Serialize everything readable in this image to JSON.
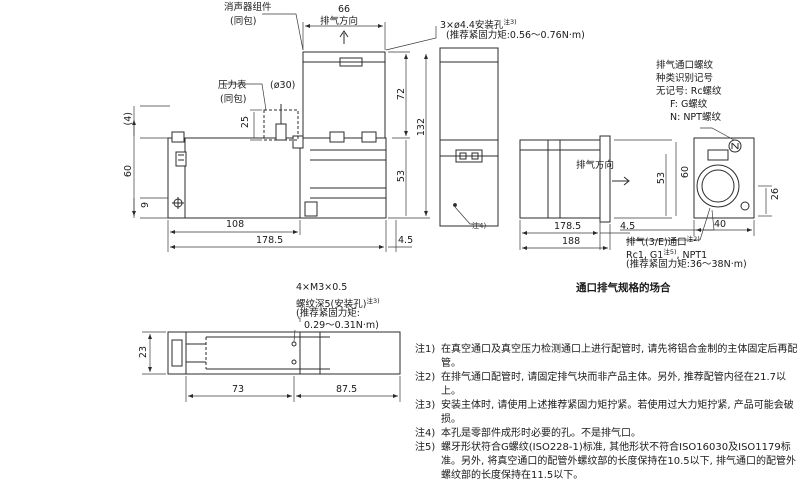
{
  "callouts": {
    "silencer": {
      "l1": "消声器组件",
      "l2": "(同包)"
    },
    "exhaust_dir_top": "排气方向",
    "mount_hole": {
      "l1": "3×ø4.4安装孔",
      "sup": "注3)",
      "l2": "(推荐紧固力矩:0.56～0.76N·m)"
    },
    "gauge": {
      "l1": "压力表",
      "l2": "(同包)",
      "dia": "ø30"
    },
    "exhaust_port_thread": {
      "l1": "排气通口螺纹",
      "l2": "种类识别记号",
      "l3": "无记号: Rc螺纹",
      "l4": "F: G螺纹",
      "l5": "N: NPT螺纹"
    },
    "exhaust_dir_side": "排气方向",
    "note4": "注4)",
    "exhaust_port": {
      "l1": "排气(3/E)通口",
      "sup1": "注2)",
      "l2a": "Rc1, G1",
      "sup2": "注5)",
      "l2b": ", NPT1",
      "l3": "(推荐紧固力矩:36～38N·m)"
    },
    "m3": {
      "l1": "4×M3×0.5",
      "l2": "螺纹深5(安装孔)",
      "sup": "注3)",
      "l3": "(推荐紧固力矩:",
      "l4": "0.29～0.31N·m)"
    }
  },
  "dims": {
    "d66": "66",
    "d72": "72",
    "d132": "132",
    "d4": "(4)",
    "d25": "25",
    "d60a": "60",
    "d9": "9",
    "d108": "108",
    "d1785a": "178.5",
    "d45a": "4.5",
    "d53a": "53",
    "d53b": "53",
    "d60b": "60",
    "d26": "26",
    "d1785b": "178.5",
    "d45b": "4.5",
    "d188": "188",
    "d40": "40",
    "d23": "23",
    "d73": "73",
    "d875": "87.5"
  },
  "caption": "通口排气规格的场合",
  "notes": [
    {
      "tag": "注1)",
      "text": "在真空通口及真空压力检测通口上进行配管时, 请先将铝合金制的主体固定后再配管。"
    },
    {
      "tag": "注2)",
      "text": "在排气通口配管时, 请固定排气块而非产品主体。另外, 推荐配管内径在21.7以上。"
    },
    {
      "tag": "注3)",
      "text": "安装主体时, 请使用上述推荐紧固力矩拧紧。若使用过大力矩拧紧, 产品可能会破损。"
    },
    {
      "tag": "注4)",
      "text": "本孔是零部件成形时必要的孔。不是排气口。"
    },
    {
      "tag": "注5)",
      "text": "螺牙形状符合G螺纹(ISO228-1)标准, 其他形状不符合ISO16030及ISO1179标准。另外, 将真空通口的配管外螺纹部的长度保持在10.5以下, 排气通口的配管外螺纹部的长度保持在11.5以下。"
    }
  ],
  "icons": {
    "arrow": "arrow-icon",
    "gauge": "pressure-gauge-icon",
    "mark": "identification-mark-icon"
  }
}
